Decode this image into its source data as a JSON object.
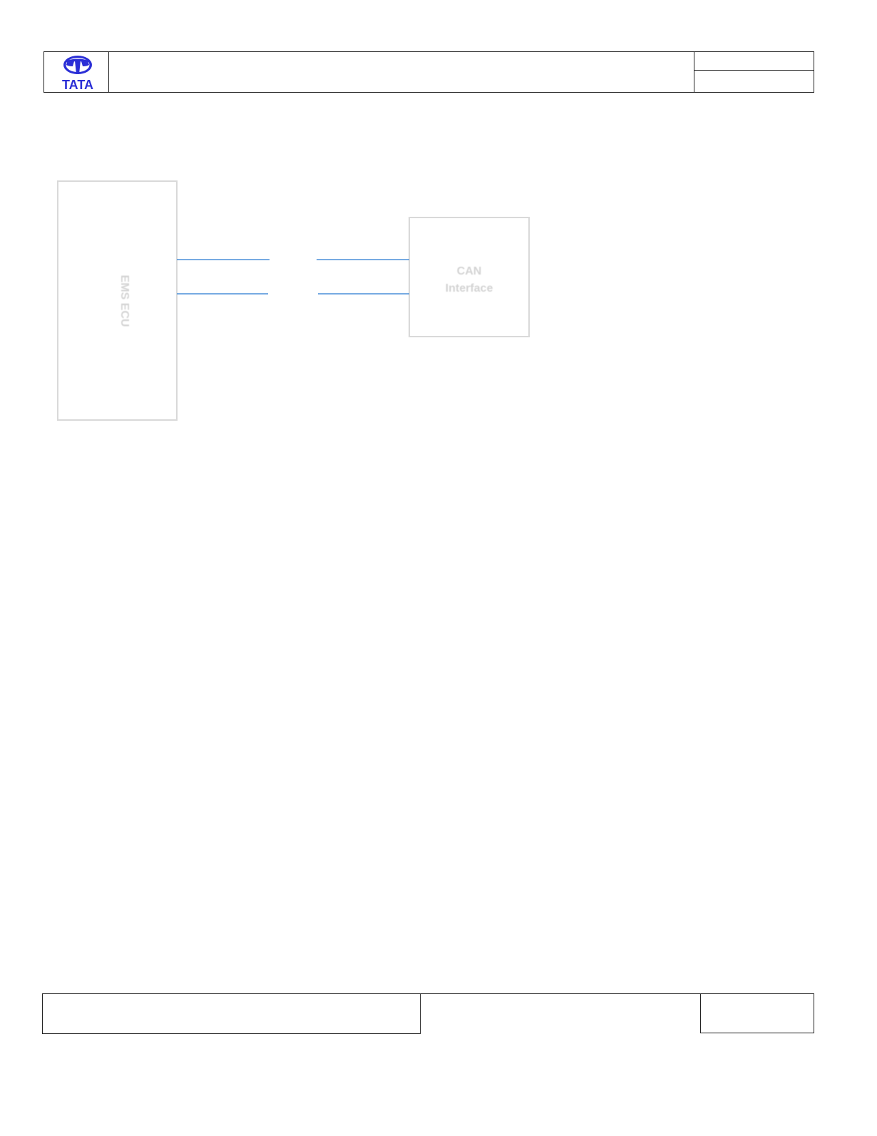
{
  "header": {
    "logo_text": "TATA",
    "title": "",
    "meta_top": "",
    "meta_bottom": ""
  },
  "diagram": {
    "blocks": [
      {
        "id": "ems-ecu",
        "label": "EMS ECU"
      },
      {
        "id": "can-interface",
        "label_line1": "CAN",
        "label_line2": "Interface"
      }
    ],
    "line_color": "#4a8fd8"
  },
  "footer": {
    "left": "",
    "middle": "",
    "right": ""
  },
  "colors": {
    "brand_blue": "#2b2fd6",
    "border": "#222222"
  }
}
